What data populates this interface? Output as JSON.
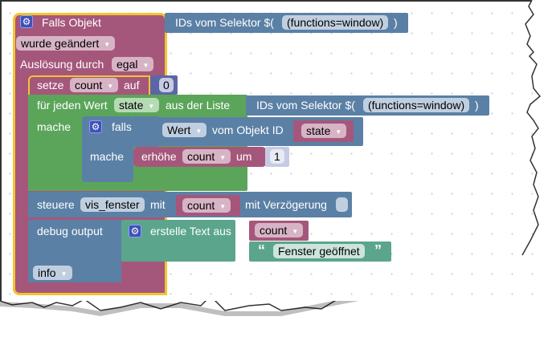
{
  "trigger": {
    "title": "Falls Objekt",
    "event_dropdown": "wurde geändert",
    "trigger_label": "Auslösung durch",
    "trigger_dropdown": "egal",
    "selector": {
      "label": "IDs vom Selektor $(",
      "value": "(functions=window)",
      "close": ")"
    }
  },
  "set_var": {
    "label": "setze",
    "var": "count",
    "to_label": "auf",
    "value": "0"
  },
  "foreach": {
    "label": "für jeden Wert",
    "var": "state",
    "list_label": "aus der Liste",
    "do_label": "mache",
    "selector": {
      "label": "IDs vom Selektor $(",
      "value": "(functions=window)",
      "close": ")"
    }
  },
  "if_block": {
    "label": "falls",
    "do_label": "mache",
    "condition": {
      "prop": "Wert",
      "of_label": "vom Objekt ID",
      "var": "state"
    },
    "increment": {
      "label": "erhöhe",
      "var": "count",
      "by_label": "um",
      "value": "1"
    }
  },
  "control": {
    "label": "steuere",
    "target": "vis_fenster",
    "with_label": "mit",
    "var": "count",
    "delay_label": "mit Verzögerung"
  },
  "debug": {
    "label": "debug output",
    "level": "info",
    "text_join": {
      "label": "erstelle Text aus",
      "var": "count",
      "string": "Fenster geöffnet",
      "open_quote": "“",
      "close_quote": "”"
    }
  },
  "colors": {
    "event": "#a5577b",
    "logic": "#5b80a5",
    "loop": "#5ba55b",
    "text": "#5ba58c",
    "math": "#5b67a5",
    "highlight": "#f4c430"
  }
}
